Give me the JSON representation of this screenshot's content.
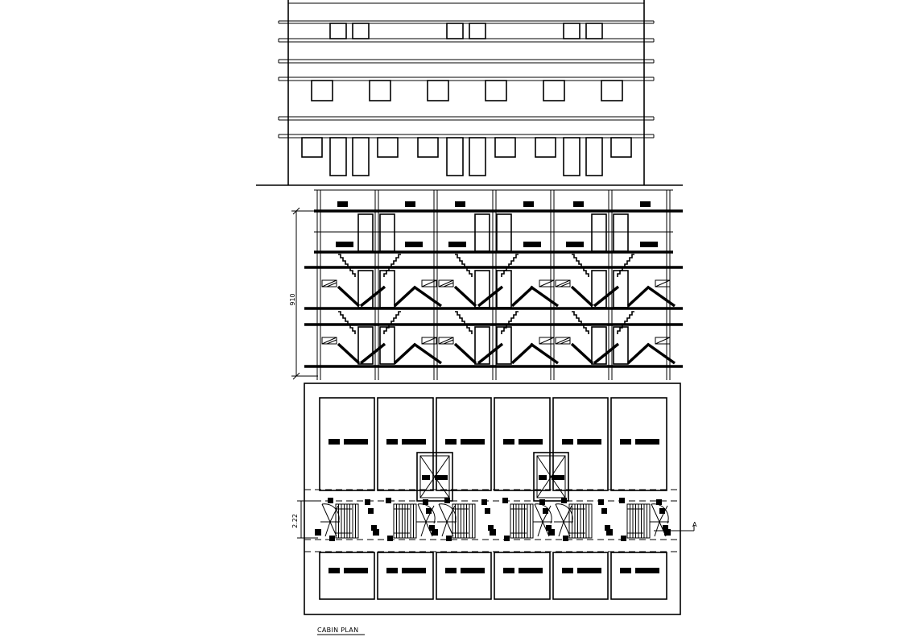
{
  "labels": {
    "section_height_dim": "910",
    "corridor_width_dim": "2.22",
    "section_marker": "A",
    "plan_title": "CABIN PLAN"
  },
  "drawing": {
    "bays": 6,
    "elevation_floors": 3,
    "section_floors": 3,
    "plan_rows": 2,
    "line_color": "#000000",
    "background": "#ffffff"
  }
}
